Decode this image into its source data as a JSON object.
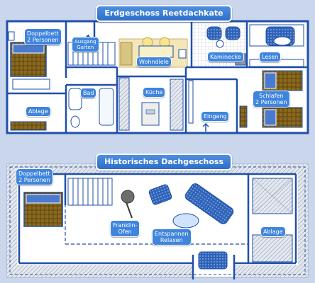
{
  "titles": {
    "ground": "Erdgeschoss Reetdachkate",
    "attic": "Historisches Dachgeschoss"
  },
  "ground_rooms": {
    "doppelbett": [
      "Doppelbett",
      "2 Personen"
    ],
    "ausgang": [
      "Ausgang",
      "Garten"
    ],
    "wohndiele": "Wohndiele",
    "kaminecke": "Kaminecke",
    "lesen": "Lesen",
    "bad": "Bad",
    "kueche": "Küche",
    "ablage": "Ablage",
    "schlafen": [
      "Schlafen",
      "2 Personen"
    ],
    "eingang": "Eingang"
  },
  "attic_rooms": {
    "doppelbett": [
      "Doppelbett",
      "2 Personen"
    ],
    "franklin": [
      "Franklin-",
      "Ofen"
    ],
    "entspannen": [
      "Entspannen",
      "Relaxen"
    ],
    "ablage": "Ablage"
  },
  "colors": {
    "wall": "#1f4fa8",
    "floor": "#ffffff",
    "background": "#c9d6ec",
    "label_bg": "#3f85dd",
    "bed": "#8a6a1e",
    "furniture": "#e9e9e9"
  }
}
